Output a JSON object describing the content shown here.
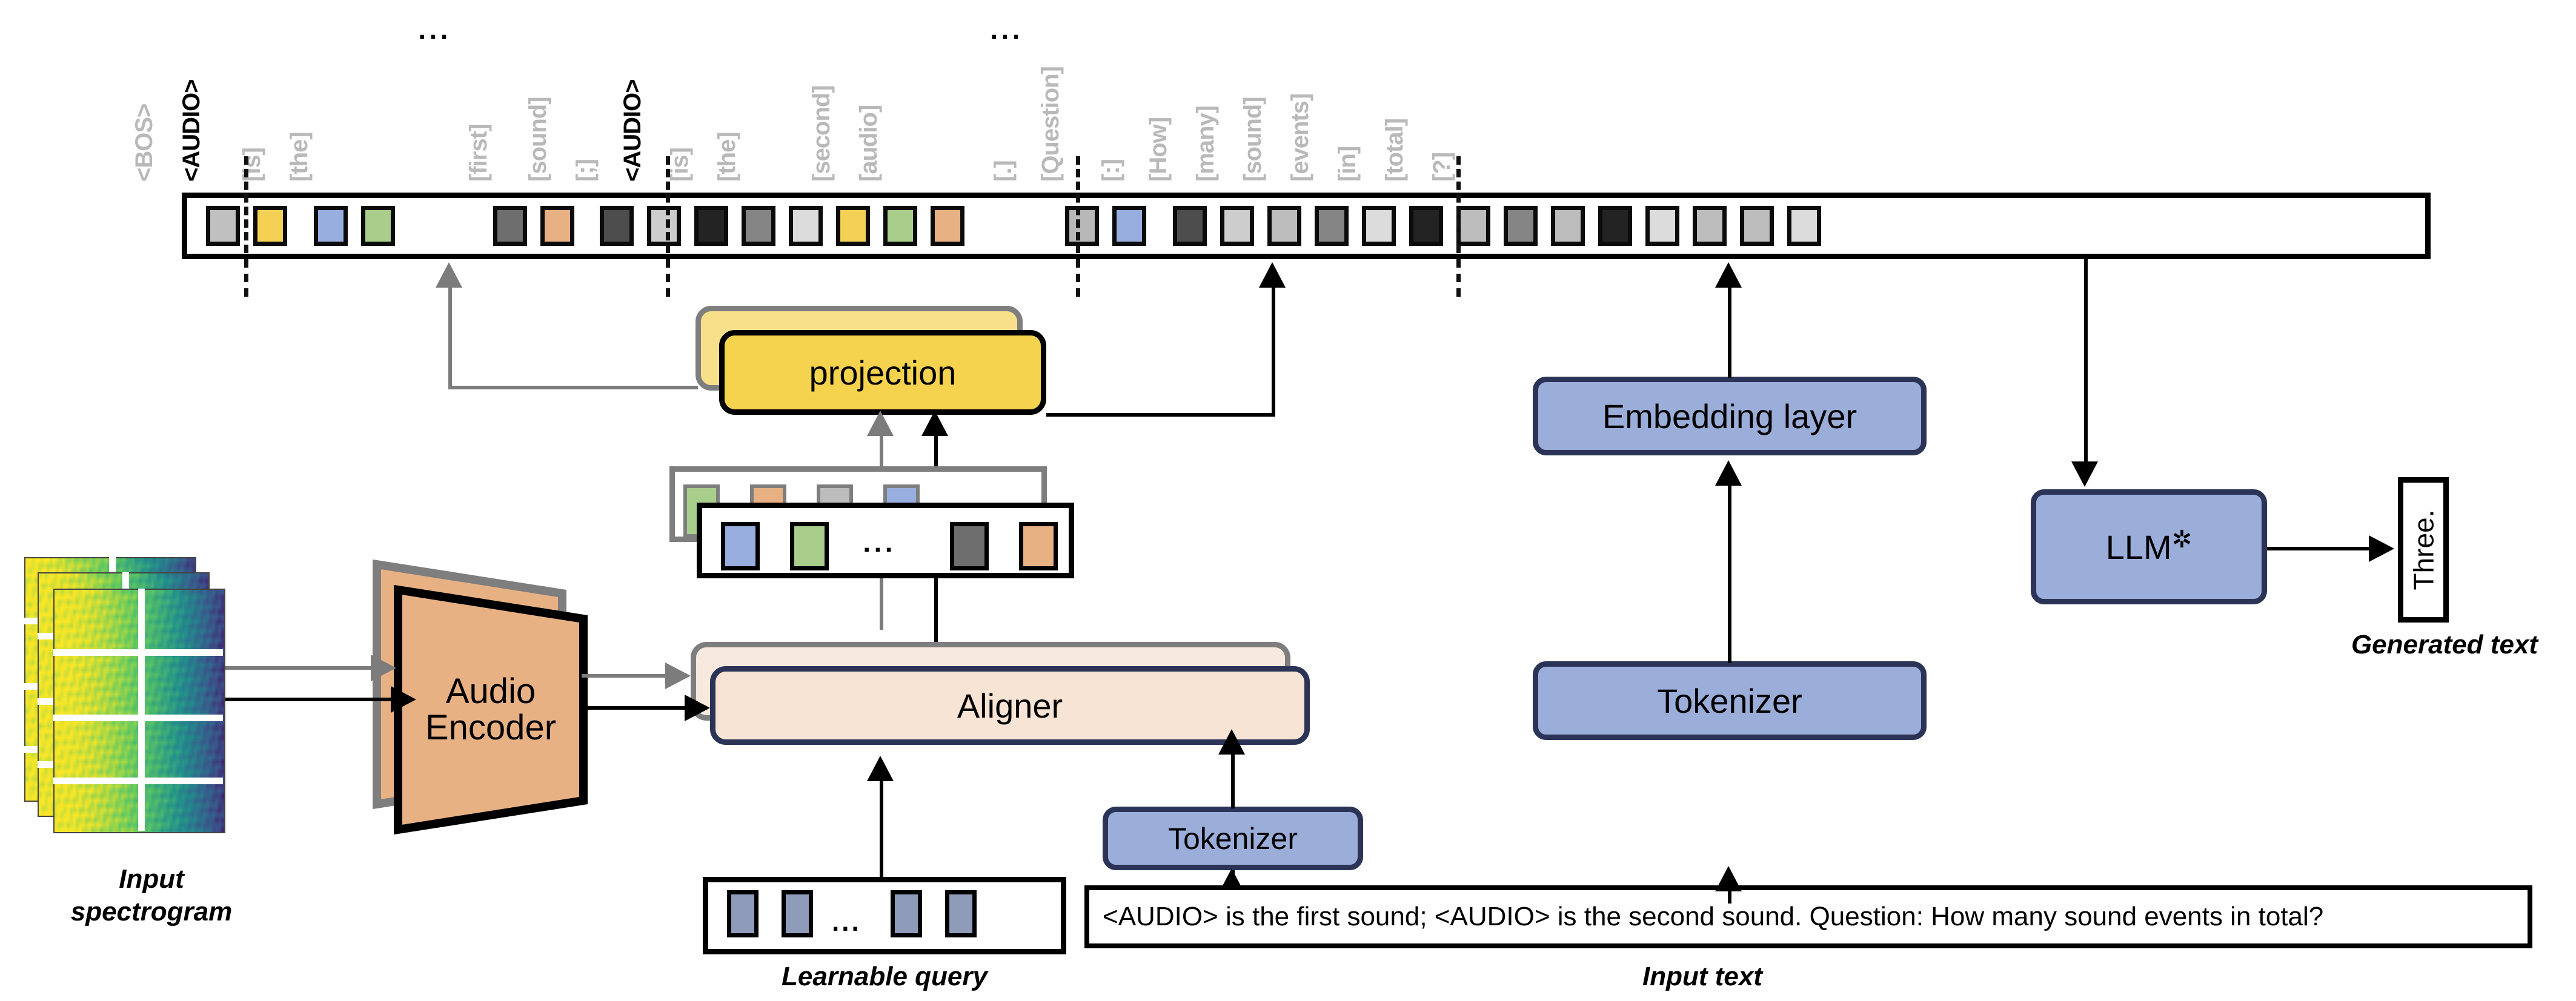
{
  "figure": {
    "title": "Audio-LLM architecture with aligner and projection",
    "type": "architecture-diagram"
  },
  "colors": {
    "yellow": "#f6d34f",
    "yellow_ghost": "#f8e08b",
    "blue": "#9badd9",
    "blue_border": "#2b3457",
    "peach": "#f8e4d4",
    "tan": "#e8b184",
    "token_blue": "#97aede",
    "token_green": "#a9ce8c",
    "token_orange": "#e8b184",
    "token_yellow": "#f4d155",
    "query_slate": "#8e9cba",
    "ghost_gray": "#7e7e7e",
    "label_gray": "#b9b9b9"
  },
  "token_strip": {
    "name": "LLM input embedding sequence",
    "labels": [
      {
        "text": "<BOS>",
        "strong": false
      },
      {
        "text": "<AUDIO>",
        "strong": true
      },
      {
        "text": "[is]",
        "strong": false
      },
      {
        "text": "[the]",
        "strong": false
      },
      {
        "text": "[first]",
        "strong": false
      },
      {
        "text": "[sound]",
        "strong": false
      },
      {
        "text": "[;]",
        "strong": false
      },
      {
        "text": "<AUDIO>",
        "strong": true
      },
      {
        "text": "[is]",
        "strong": false
      },
      {
        "text": "[the]",
        "strong": false
      },
      {
        "text": "[second]",
        "strong": false
      },
      {
        "text": "[audio]",
        "strong": false
      },
      {
        "text": "[.]",
        "strong": false
      },
      {
        "text": "[Question]",
        "strong": false
      },
      {
        "text": "[:]",
        "strong": false
      },
      {
        "text": "[How]",
        "strong": false
      },
      {
        "text": "[many]",
        "strong": false
      },
      {
        "text": "[sound]",
        "strong": false
      },
      {
        "text": "[events]",
        "strong": false
      },
      {
        "text": "[in]",
        "strong": false
      },
      {
        "text": "[total]",
        "strong": false
      },
      {
        "text": "[?]",
        "strong": false
      }
    ],
    "tokens": [
      {
        "color": "#c0c0c0"
      },
      {
        "color": "#f4d155"
      },
      {
        "color": "#97aede"
      },
      {
        "color": "#a9ce8c"
      },
      {
        "ellipsis": true
      },
      {
        "color": "#6e6e6e"
      },
      {
        "color": "#e8b184"
      },
      {
        "color": "#4d4d4d"
      },
      {
        "color": "#cdcdcd"
      },
      {
        "color": "#232323"
      },
      {
        "color": "#858585"
      },
      {
        "color": "#dcdcdc"
      },
      {
        "color": "#f4d155"
      },
      {
        "color": "#a9ce8c"
      },
      {
        "color": "#e8b184"
      },
      {
        "ellipsis": true
      },
      {
        "color": "#b8b8b8"
      },
      {
        "color": "#97aede"
      },
      {
        "color": "#4d4d4d"
      },
      {
        "color": "#cdcdcd"
      },
      {
        "color": "#bdbdbd"
      },
      {
        "color": "#858585"
      },
      {
        "color": "#dcdcdc"
      },
      {
        "color": "#232323"
      },
      {
        "color": "#bdbdbd"
      },
      {
        "color": "#858585"
      },
      {
        "color": "#bdbdbd"
      },
      {
        "color": "#232323"
      },
      {
        "color": "#dcdcdc"
      },
      {
        "color": "#bdbdbd"
      },
      {
        "color": "#bdbdbd"
      },
      {
        "color": "#dcdcdc"
      }
    ]
  },
  "projection": {
    "label": "projection"
  },
  "aligner": {
    "label": "Aligner"
  },
  "audio_encoder": {
    "label_line1": "Audio",
    "label_line2": "Encoder"
  },
  "aligner_output_tokens": {
    "name": "aligner output token group",
    "front": [
      {
        "color": "#97aede"
      },
      {
        "color": "#a9ce8c"
      },
      {
        "ellipsis": true
      },
      {
        "color": "#6e6e6e"
      },
      {
        "color": "#e8b184"
      }
    ],
    "back": [
      {
        "color": "#a9ce8c"
      },
      {
        "color": "#e8b184"
      },
      {
        "color": "#bdbdbd"
      },
      {
        "color": "#97aede"
      }
    ]
  },
  "learnable_query": {
    "caption": "Learnable query",
    "squares": 4,
    "ellipsis": "..."
  },
  "spectrogram": {
    "caption_line1": "Input",
    "caption_line2": "spectrogram"
  },
  "text_pipeline": {
    "tokenizer_small": "Tokenizer",
    "tokenizer": "Tokenizer",
    "embedding_layer": "Embedding layer",
    "input_text": "<AUDIO> is the first sound; <AUDIO> is the second sound. Question: How many sound events in total?",
    "input_text_caption": "Input text"
  },
  "llm": {
    "label": "LLM",
    "frozen_marker": "✲"
  },
  "generated": {
    "text": "Three.",
    "caption": "Generated text"
  }
}
